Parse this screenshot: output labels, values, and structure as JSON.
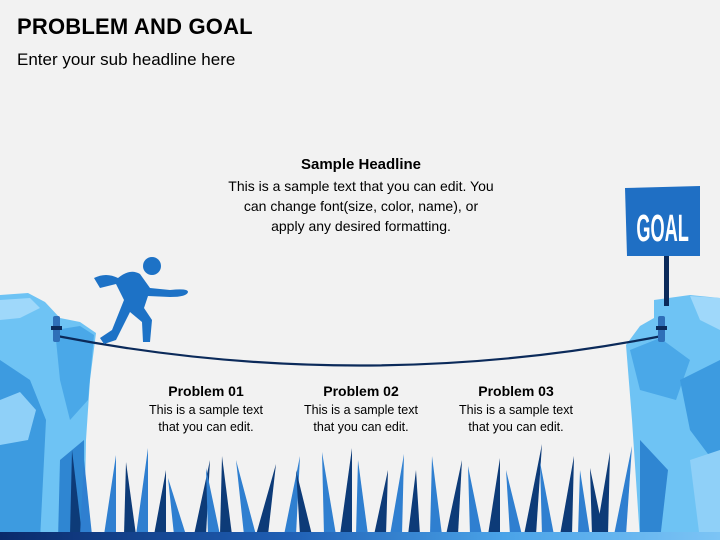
{
  "header": {
    "title": "PROBLEM AND GOAL",
    "subtitle": "Enter your sub headline here"
  },
  "headline": {
    "title": "Sample Headline",
    "lines": [
      "This is a sample text that you can edit. You",
      "can change font(size, color, name), or",
      "apply any desired formatting."
    ]
  },
  "problems": [
    {
      "title": "Problem 01",
      "line1": "This is a sample text",
      "line2": "that you can edit."
    },
    {
      "title": "Problem 02",
      "line1": "This is a sample text",
      "line2": "that you can edit."
    },
    {
      "title": "Problem 03",
      "line1": "This is a sample text",
      "line2": "that you can edit."
    }
  ],
  "goal_sign": {
    "text": "GOAL"
  },
  "colors": {
    "cliff_light": "#6ec3f4",
    "cliff_mid": "#3d9be0",
    "figure_blue": "#1d72c6",
    "sign_blue": "#1f6fc4",
    "spike_dark": "#0d3b78",
    "spike_light": "#2f7fd0"
  },
  "icons": [
    "walking-person-icon",
    "goal-sign-icon",
    "rope-icon",
    "spikes-icon"
  ]
}
